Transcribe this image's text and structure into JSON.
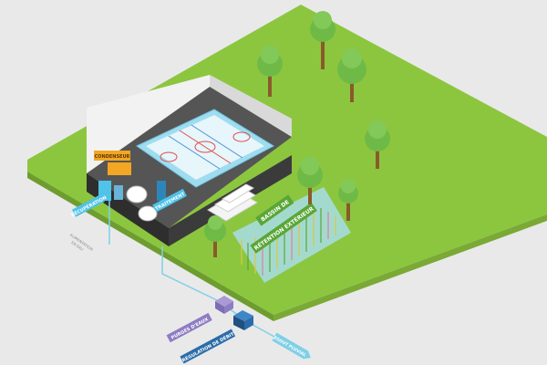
{
  "colors": {
    "background": "#e9e9ea",
    "lawn": "#8cc63f",
    "lawn_side": "#6e9d2f",
    "tree": "#6fba47",
    "slab": "#3b3b3b",
    "ice": "#e6f6fb",
    "pipe": "#7fd0e6",
    "label_green": "#5aa637",
    "label_orange": "#f2a623",
    "label_blue": "#4fc3e8",
    "label_purple": "#8e7cc3",
    "label_navy": "#2b6ca8"
  },
  "labels": {
    "retention_line1": "BASSIN DE",
    "retention_line2": "RÉTENTION EXTÉRIEUR",
    "condenser": "CONDENSEUR",
    "left_blue": "RÉCUPÉRATION",
    "center_blue": "TRAITEMENT",
    "purple": "PURGES D'EAUX",
    "navy": "RÉGULATION DE DÉBIT",
    "outlet": "ÉGOUT PLUVIAL",
    "small_note_1": "ALIMENTATION",
    "small_note_2": "EN EAU"
  }
}
